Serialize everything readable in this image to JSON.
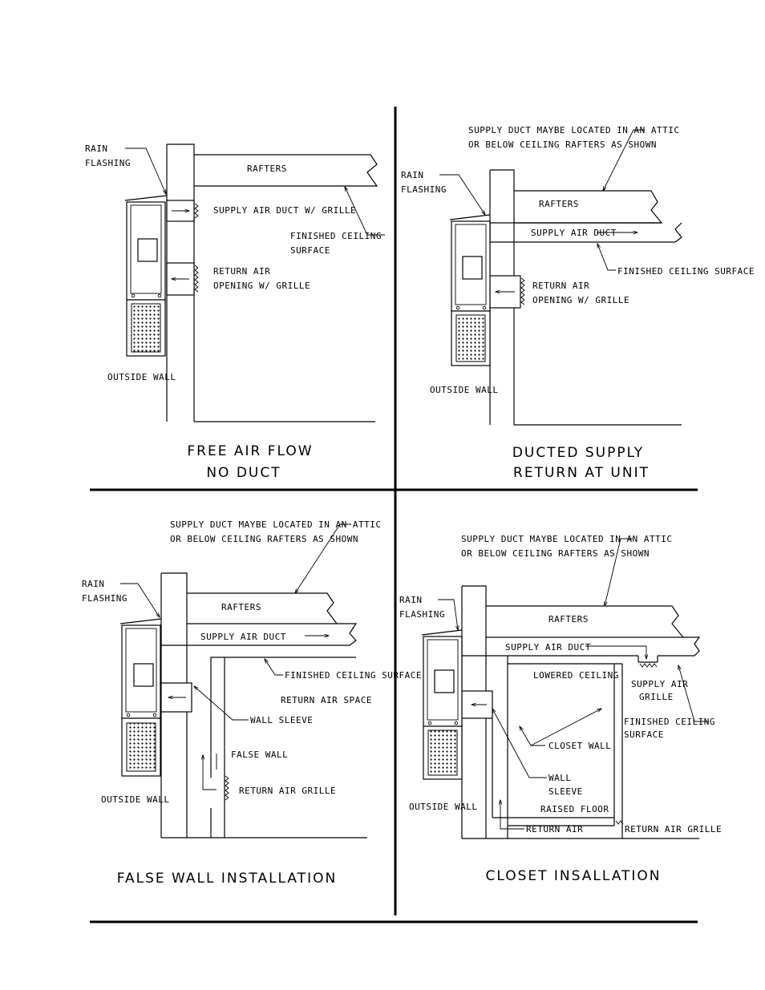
{
  "panels": {
    "free": {
      "labels": {
        "rain_flashing_1": "RAIN",
        "rain_flashing_2": "FLASHING",
        "rafters": "RAFTERS",
        "supply": "SUPPLY AIR DUCT W/ GRILLE",
        "finished_1": "FINISHED CEILING",
        "finished_2": "SURFACE",
        "return_1": "RETURN AIR",
        "return_2": "OPENING W/ GRILLE",
        "outside_wall": "OUTSIDE WALL"
      },
      "caption_1": "FREE AIR FLOW",
      "caption_2": "NO DUCT"
    },
    "ducted": {
      "labels": {
        "note_1": "SUPPLY DUCT MAYBE LOCATED IN AN ATTIC",
        "note_2": "OR BELOW CEILING RAFTERS AS SHOWN",
        "rain_flashing_1": "RAIN",
        "rain_flashing_2": "FLASHING",
        "rafters": "RAFTERS",
        "supply": "SUPPLY AIR DUCT",
        "finished": "FINISHED CEILING SURFACE",
        "return_1": "RETURN AIR",
        "return_2": "OPENING W/ GRILLE",
        "outside_wall": "OUTSIDE WALL"
      },
      "caption_1": "DUCTED SUPPLY",
      "caption_2": "RETURN AT UNIT"
    },
    "falsewall": {
      "labels": {
        "note_1": "SUPPLY DUCT MAYBE LOCATED IN AN ATTIC",
        "note_2": "OR BELOW CEILING RAFTERS AS SHOWN",
        "rain_flashing_1": "RAIN",
        "rain_flashing_2": "FLASHING",
        "rafters": "RAFTERS",
        "supply": "SUPPLY AIR DUCT",
        "finished": "FINISHED CEILING SURFACE",
        "return_space": "RETURN AIR SPACE",
        "wall_sleeve": "WALL SLEEVE",
        "false_wall": "FALSE WALL",
        "return_grille": "RETURN AIR GRILLE",
        "outside_wall": "OUTSIDE WALL"
      },
      "caption": "FALSE WALL INSTALLATION"
    },
    "closet": {
      "labels": {
        "note_1": "SUPPLY DUCT MAYBE LOCATED IN AN ATTIC",
        "note_2": "OR BELOW CEILING RAFTERS AS SHOWN",
        "rain_flashing_1": "RAIN",
        "rain_flashing_2": "FLASHING",
        "rafters": "RAFTERS",
        "supply": "SUPPLY AIR DUCT",
        "lowered": "LOWERED CEILING",
        "supply_grille_1": "SUPPLY AIR",
        "supply_grille_2": "GRILLE",
        "finished_1": "FINISHED CEILING",
        "finished_2": "SURFACE",
        "closet_wall": "CLOSET WALL",
        "wall_sleeve_1": "WALL",
        "wall_sleeve_2": "SLEEVE",
        "raised_floor": "RAISED FLOOR",
        "return_air": "RETURN AIR",
        "return_grille": "RETURN AIR GRILLE",
        "outside_wall": "OUTSIDE WALL"
      },
      "caption": "CLOSET INSALLATION"
    }
  }
}
